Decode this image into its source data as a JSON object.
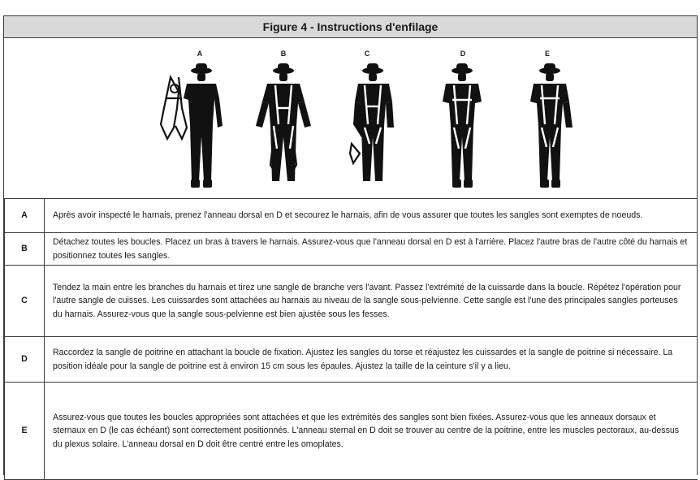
{
  "figure": {
    "title": "Figure 4 - Instructions d'enfilage",
    "panels": [
      {
        "letter": "A",
        "icon": "person-holding-harness"
      },
      {
        "letter": "B",
        "icon": "person-arms-through-harness"
      },
      {
        "letter": "C",
        "icon": "person-fastening-leg-straps"
      },
      {
        "letter": "D",
        "icon": "person-fastening-chest-strap"
      },
      {
        "letter": "E",
        "icon": "person-harness-fitted"
      }
    ]
  },
  "steps": [
    {
      "letter": "A",
      "text": "Après avoir inspecté le harnais, prenez l'anneau dorsal en D et secourez le harnais, afin de vous assurer que toutes les sangles sont exemptes de noeuds."
    },
    {
      "letter": "B",
      "text": "Détachez toutes les boucles. Placez un bras à travers le harnais. Assurez-vous que l'anneau dorsal en D  est à l'arrière. Placez l'autre bras de l'autre côté du harnais et positionnez toutes les sangles."
    },
    {
      "letter": "C",
      "text": "Tendez la main entre les branches du harnais et tirez une sangle de branche vers l'avant. Passez l'extrémité de la cuissarde dans la boucle. Répétez l'opération pour l'autre sangle de cuisses. Les cuissardes sont attachées au harnais au niveau de la sangle sous-pelvienne. Cette sangle est l'une des principales sangles porteuses du harnais. Assurez-vous que la sangle sous-pelvienne est bien ajustée sous les fesses."
    },
    {
      "letter": "D",
      "text": "Raccordez la sangle de poitrine en attachant la boucle de fixation. Ajustez les sangles du torse et réajustez les cuissardes et la sangle de poitrine si nécessaire. La position idéale pour la sangle de poitrine est à environ 15 cm sous les épaules. Ajustez la taille de la ceinture s'il y a lieu."
    },
    {
      "letter": "E",
      "text": "Assurez-vous que toutes les boucles appropriées sont attachées et que les extrémités des sangles sont bien fixées. Assurez-vous que les anneaux dorsaux et sternaux en D (le cas échéant) sont correctement positionnés. L'anneau sternal en D doit se trouver au centre de la poitrine, entre les muscles pectoraux, au-dessus du plexus solaire. L'anneau dorsal en D doit être centré entre les omoplates."
    }
  ]
}
